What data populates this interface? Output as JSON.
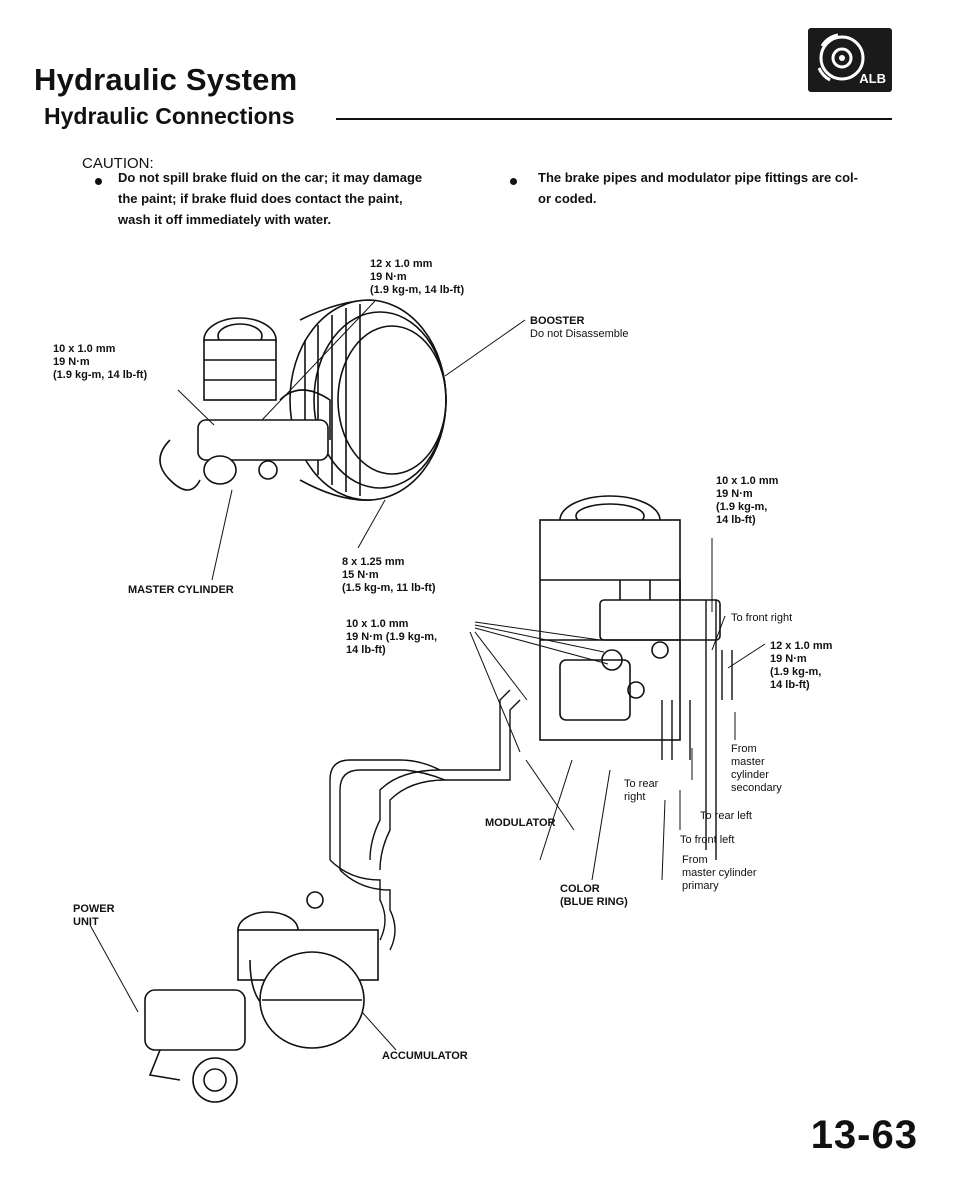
{
  "header": {
    "title": "Hydraulic System",
    "subtitle": "Hydraulic Connections",
    "badge_label": "ALB",
    "badge_icon": "brake-disc-icon"
  },
  "caution": {
    "heading": "CAUTION:",
    "items": [
      "Do not spill brake fluid on the car; it may damage\nthe paint; if brake fluid does contact the paint,\nwash it off immediately with water."
    ]
  },
  "note": {
    "items": [
      "The brake pipes and modulator pipe fittings are col-\nor coded."
    ]
  },
  "labels": {
    "torque_12_top": "12 x 1.0 mm\n19 N·m\n(1.9 kg-m, 14 lb-ft)",
    "torque_10_left": "10 x 1.0 mm\n19 N·m\n(1.9 kg-m, 14 lb-ft)",
    "booster_title": "BOOSTER",
    "booster_note": "Do not Disassemble",
    "master_cylinder": "MASTER CYLINDER",
    "torque_8": "8 x 1.25 mm\n15 N·m\n(1.5 kg-m, 11 lb-ft)",
    "torque_10_mid": "10 x 1.0 mm\n19 N·m (1.9 kg-m,\n14 lb-ft)",
    "torque_10_right": "10 x 1.0 mm\n19 N·m\n(1.9 kg-m,\n14 lb-ft)",
    "to_front_right": "To front right",
    "torque_12_right": "12 x 1.0 mm\n19 N·m\n(1.9 kg-m,\n14 lb-ft)",
    "from_master_secondary": "From\nmaster\ncylinder\nsecondary",
    "to_rear_right": "To rear\nright",
    "modulator": "MODULATOR",
    "to_rear_left": "To rear left",
    "to_front_left": "To front left",
    "from_master_primary": "From\nmaster cylinder\nprimary",
    "color_blue_ring": "COLOR\n(BLUE RING)",
    "power_unit": "POWER\nUNIT",
    "accumulator": "ACCUMULATOR"
  },
  "page_number": "13-63"
}
